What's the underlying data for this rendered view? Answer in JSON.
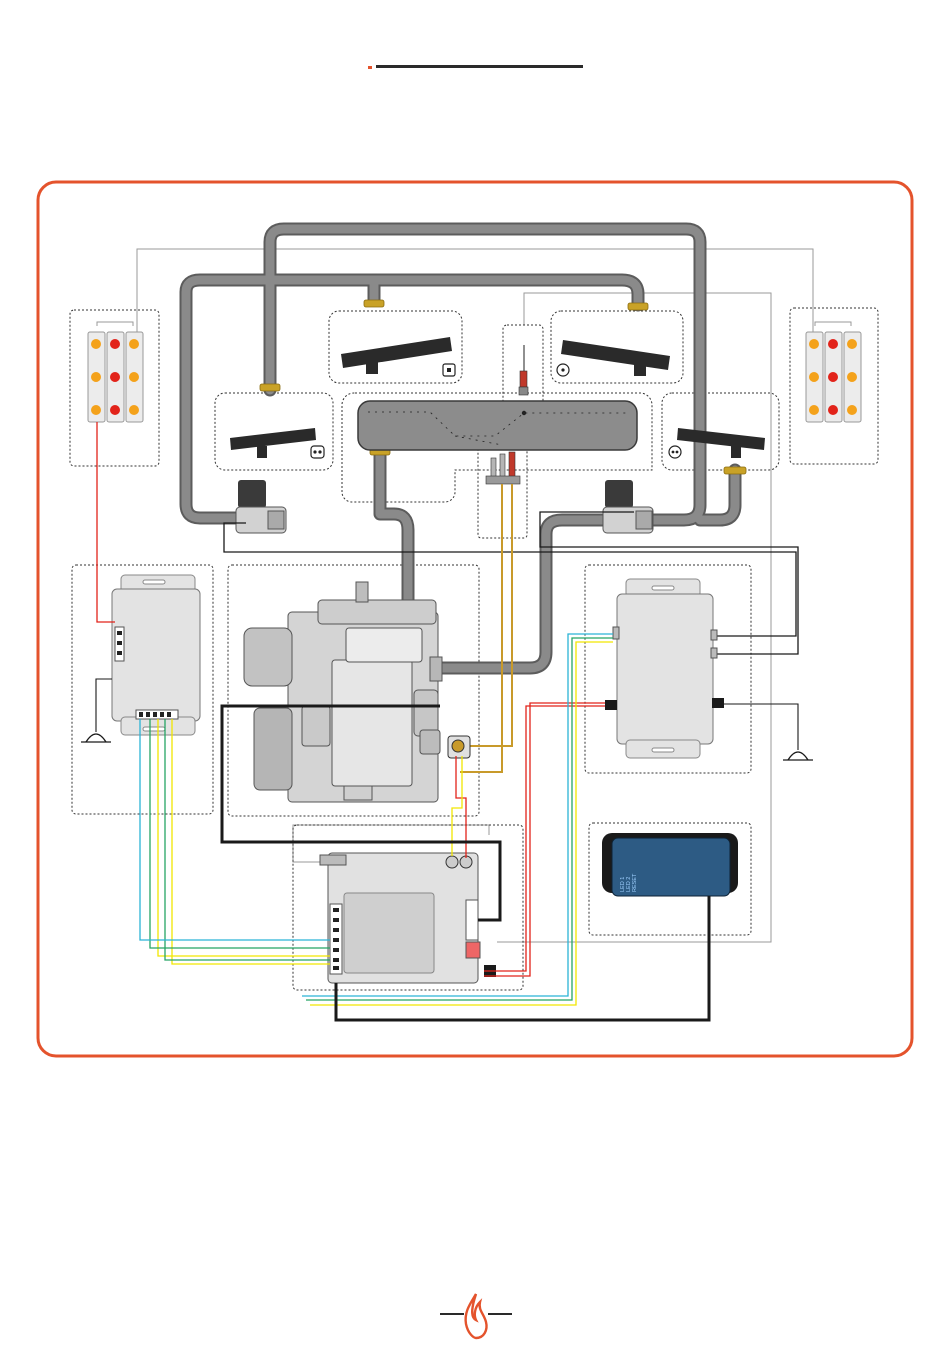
{
  "colors": {
    "accent": "#e4532c",
    "gas_pipe": "#8a8a8a",
    "gas_pipe_outline": "#5a5a5a",
    "panel_blue": "#2d5b84",
    "wire_red": "#e2231a",
    "wire_yellow": "#f2e600",
    "wire_green": "#25a565",
    "wire_cyan": "#2bb3d6",
    "wire_black": "#1a1a1a",
    "wire_thermo": "#c89a2a",
    "ground_wire": "#444444",
    "fitting_brass": "#c9a227",
    "switch_orange": "#f4a21b",
    "switch_red": "#e2231a"
  },
  "icons": {
    "header": "header-rule-icon",
    "footer": "flame-logo-icon",
    "ground": "ground-symbol-icon",
    "dual_indicator": "dual-dot-indicator-icon",
    "single_indicator": "single-dot-indicator-icon",
    "square_indicator": "square-indicator-icon"
  },
  "receiver": {
    "led1": "LED 1",
    "led2": "LED 2",
    "reset": "RESET"
  }
}
